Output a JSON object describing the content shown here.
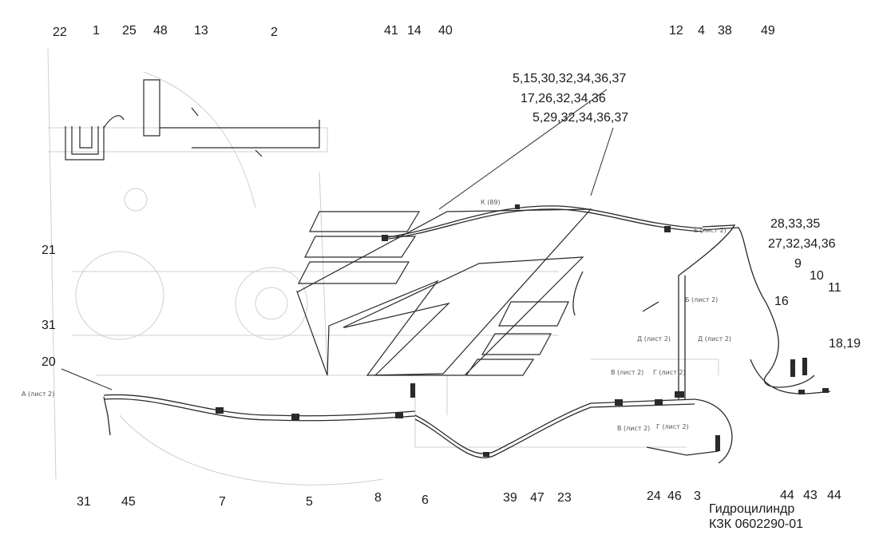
{
  "callouts": {
    "top": [
      "22",
      "1",
      "25",
      "48",
      "13",
      "2",
      "41",
      "14",
      "40",
      "12",
      "4",
      "38",
      "49"
    ],
    "groups_top": [
      "5,15,30,32,34,36,37",
      "17,26,32,34,36",
      "5,29,32,34,36,37"
    ],
    "left": [
      "21",
      "31",
      "20"
    ],
    "right": [
      "28,33,35",
      "27,32,34,36",
      "9",
      "10",
      "11",
      "16",
      "18,19"
    ],
    "bottom": [
      "31",
      "45",
      "7",
      "5",
      "8",
      "6",
      "39",
      "47",
      "23",
      "24",
      "46",
      "3",
      "44",
      "43",
      "44"
    ]
  },
  "section_marks": {
    "a": "А (лист 2)",
    "k": "К (89)",
    "e": "Е (лист 2)",
    "b": "Б (лист 2)",
    "d1": "Д (лист 2)",
    "d2": "Д (лист 2)",
    "v1": "В (лист 2)",
    "g1": "Г (лист 2)",
    "v2": "В (лист 2)",
    "g2": "Г (лист 2)"
  },
  "title": {
    "line1": "Гидроцилиндр",
    "line2": "КЗК 0602290-01"
  },
  "colors": {
    "line": "#2a2a2a",
    "faint": "#c8c8c8",
    "text": "#1a1a1a"
  }
}
